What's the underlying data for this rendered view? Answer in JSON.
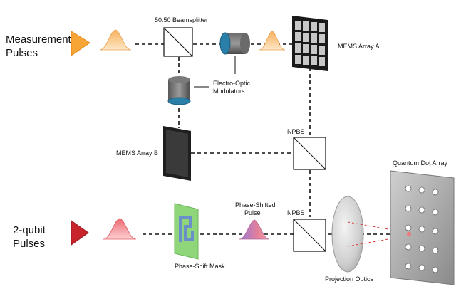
{
  "labels": {
    "measurement_pulses": [
      "Measurement",
      "Pulses"
    ],
    "qubit_pulses": [
      "2-qubit",
      "Pulses"
    ],
    "beamsplitter": "50:50 Beamsplitter",
    "mems_a": "MEMS Array A",
    "mems_b": "MEMS Array B",
    "eom": [
      "Electro-Optic",
      "Modulators"
    ],
    "npbs_upper": "NPBS",
    "npbs_lower": "NPBS",
    "phase_shifted_pulse": [
      "Phase-Shifted",
      "Pulse"
    ],
    "phase_shift_mask": "Phase-Shift Mask",
    "projection_optics": "Projection Optics",
    "quantum_dot_array": "Quantum Dot Array"
  },
  "colors": {
    "measurement_arrow": "#f7a535",
    "measurement_pulse": "#f9c98a",
    "qubit_arrow": "#c8242c",
    "qubit_pulse": "#f2838a",
    "eom_blue": "#2a7fa8",
    "mask_green": "#8fd57a",
    "mask_blue": "#6a8fc9",
    "beam_red": "#d63a3a"
  },
  "icons": {
    "measurement_source": "triangle-arrow-icon",
    "qubit_source": "triangle-arrow-icon",
    "mems_a": "mirror-grid-icon",
    "mems_b": "mirror-panel-icon",
    "beamsplitter": "beamsplitter-cube-icon",
    "eom": "cylinder-modulator-icon",
    "lens": "lens-icon",
    "dots": "quantum-dot-icon"
  }
}
